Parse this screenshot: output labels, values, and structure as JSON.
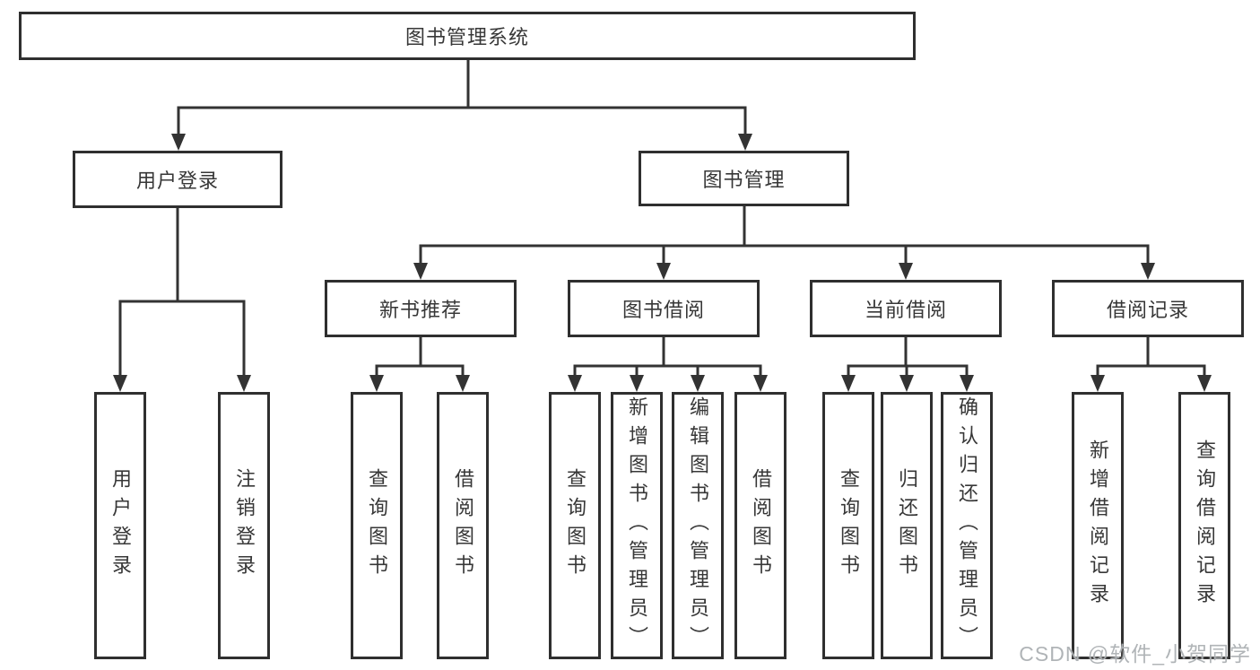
{
  "diagram_type": "hierarchy-tree",
  "tree": {
    "root": {
      "label": "图书管理系统",
      "children": [
        {
          "label": "用户登录",
          "children": [
            {
              "label": "用户登录"
            },
            {
              "label": "注销登录"
            }
          ]
        },
        {
          "label": "图书管理",
          "children": [
            {
              "label": "新书推荐",
              "children": [
                {
                  "label": "查询图书"
                },
                {
                  "label": "借阅图书"
                }
              ]
            },
            {
              "label": "图书借阅",
              "children": [
                {
                  "label": "查询图书"
                },
                {
                  "label": "新增图书（管理员）"
                },
                {
                  "label": "编辑图书（管理员）"
                },
                {
                  "label": "借阅图书"
                }
              ]
            },
            {
              "label": "当前借阅",
              "children": [
                {
                  "label": "查询图书"
                },
                {
                  "label": "归还图书"
                },
                {
                  "label": "确认归还（管理员）"
                }
              ]
            },
            {
              "label": "借阅记录",
              "children": [
                {
                  "label": "新增借阅记录"
                },
                {
                  "label": "查询借阅记录"
                }
              ]
            }
          ]
        }
      ]
    }
  },
  "watermark": {
    "text": "CSDN @软件_小贺同学",
    "color": "#acb0b3"
  },
  "colors": {
    "line": "#333333",
    "box_border": "#2f2f2f",
    "text": "#373737",
    "background": "#ffffff"
  }
}
